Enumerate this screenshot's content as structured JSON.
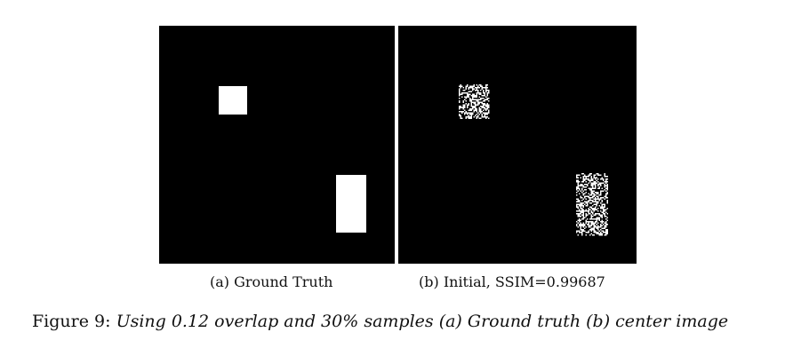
{
  "figure": {
    "subcaptions": {
      "a": "(a) Ground Truth",
      "b": "(b) Initial, SSIM=0.99687"
    },
    "caption_label": "Figure 9:",
    "caption_text": "Using 0.12 overlap and 30% samples (a) Ground truth (b) center image"
  },
  "colors": {
    "background": "#000000",
    "foreground": "#ffffff"
  }
}
